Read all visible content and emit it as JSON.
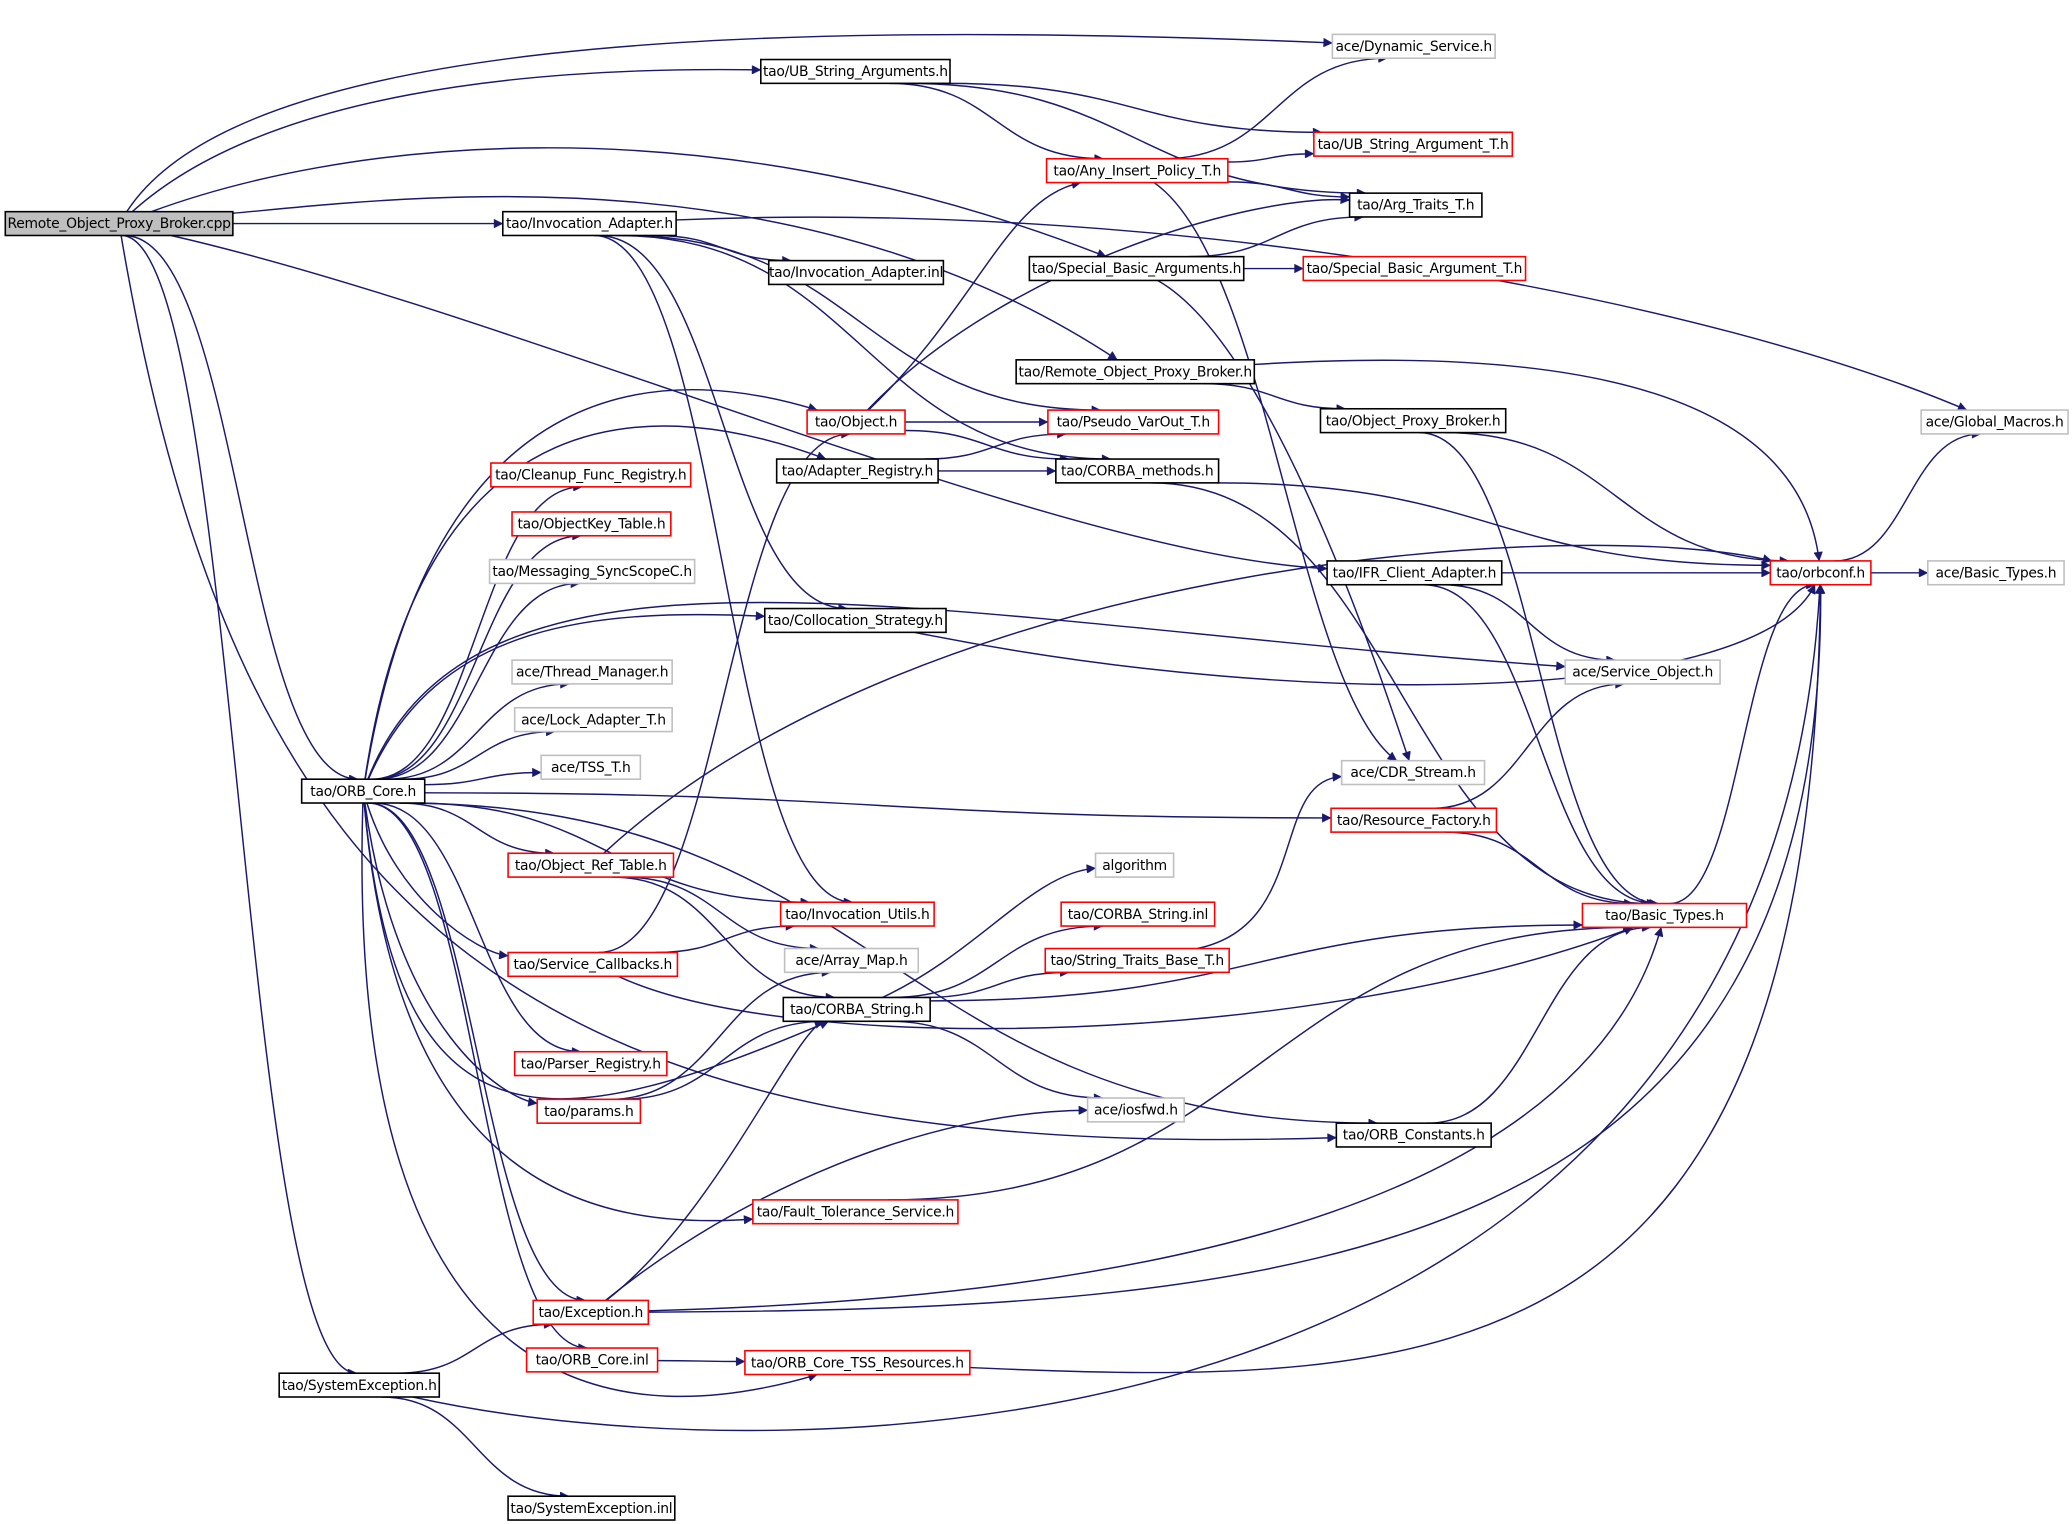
{
  "title": "Remote_Object_Proxy_Broker.cpp include dependency graph",
  "colors": {
    "edge": "#191970",
    "root_fill": "#bfbfbf",
    "border_documented": "#000000",
    "border_truncated": "#ff0000",
    "border_external": "#bfbfbf"
  },
  "nodes": [
    {
      "id": "root",
      "label": "Remote_Object_Proxy_Broker.cpp",
      "kind": "root"
    },
    {
      "id": "ub_args",
      "label": "tao/UB_String_Arguments.h",
      "kind": "documented"
    },
    {
      "id": "dyn_service",
      "label": "ace/Dynamic_Service.h",
      "kind": "external"
    },
    {
      "id": "ub_arg_t",
      "label": "tao/UB_String_Argument_T.h",
      "kind": "truncated"
    },
    {
      "id": "any_insert",
      "label": "tao/Any_Insert_Policy_T.h",
      "kind": "truncated"
    },
    {
      "id": "arg_traits",
      "label": "tao/Arg_Traits_T.h",
      "kind": "documented"
    },
    {
      "id": "inv_adapter",
      "label": "tao/Invocation_Adapter.h",
      "kind": "documented"
    },
    {
      "id": "inv_adapter_inl",
      "label": "tao/Invocation_Adapter.inl",
      "kind": "documented"
    },
    {
      "id": "special_args",
      "label": "tao/Special_Basic_Arguments.h",
      "kind": "documented"
    },
    {
      "id": "special_arg_t",
      "label": "tao/Special_Basic_Argument_T.h",
      "kind": "truncated"
    },
    {
      "id": "rop_broker_h",
      "label": "tao/Remote_Object_Proxy_Broker.h",
      "kind": "documented"
    },
    {
      "id": "object_h",
      "label": "tao/Object.h",
      "kind": "truncated"
    },
    {
      "id": "pseudo_varout",
      "label": "tao/Pseudo_VarOut_T.h",
      "kind": "truncated"
    },
    {
      "id": "object_proxy_broker",
      "label": "tao/Object_Proxy_Broker.h",
      "kind": "documented"
    },
    {
      "id": "global_macros",
      "label": "ace/Global_Macros.h",
      "kind": "external"
    },
    {
      "id": "cleanup_func",
      "label": "tao/Cleanup_Func_Registry.h",
      "kind": "truncated"
    },
    {
      "id": "adapter_registry",
      "label": "tao/Adapter_Registry.h",
      "kind": "documented"
    },
    {
      "id": "corba_methods",
      "label": "tao/CORBA_methods.h",
      "kind": "documented"
    },
    {
      "id": "objectkey_table",
      "label": "tao/ObjectKey_Table.h",
      "kind": "truncated"
    },
    {
      "id": "messaging_sync",
      "label": "tao/Messaging_SyncScopeC.h",
      "kind": "external"
    },
    {
      "id": "ifr_client",
      "label": "tao/IFR_Client_Adapter.h",
      "kind": "documented"
    },
    {
      "id": "orbconf",
      "label": "tao/orbconf.h",
      "kind": "truncated"
    },
    {
      "id": "ace_basic_types",
      "label": "ace/Basic_Types.h",
      "kind": "external"
    },
    {
      "id": "collocation",
      "label": "tao/Collocation_Strategy.h",
      "kind": "documented"
    },
    {
      "id": "thread_manager",
      "label": "ace/Thread_Manager.h",
      "kind": "external"
    },
    {
      "id": "service_object",
      "label": "ace/Service_Object.h",
      "kind": "external"
    },
    {
      "id": "lock_adapter",
      "label": "ace/Lock_Adapter_T.h",
      "kind": "external"
    },
    {
      "id": "tss_t",
      "label": "ace/TSS_T.h",
      "kind": "external"
    },
    {
      "id": "cdr_stream",
      "label": "ace/CDR_Stream.h",
      "kind": "external"
    },
    {
      "id": "orb_core_h",
      "label": "tao/ORB_Core.h",
      "kind": "documented"
    },
    {
      "id": "resource_factory",
      "label": "tao/Resource_Factory.h",
      "kind": "truncated"
    },
    {
      "id": "object_ref_table",
      "label": "tao/Object_Ref_Table.h",
      "kind": "truncated"
    },
    {
      "id": "algorithm",
      "label": "algorithm",
      "kind": "external"
    },
    {
      "id": "invocation_utils",
      "label": "tao/Invocation_Utils.h",
      "kind": "truncated"
    },
    {
      "id": "corba_string_inl",
      "label": "tao/CORBA_String.inl",
      "kind": "truncated"
    },
    {
      "id": "tao_basic_types",
      "label": "tao/Basic_Types.h",
      "kind": "truncated"
    },
    {
      "id": "array_map",
      "label": "ace/Array_Map.h",
      "kind": "external"
    },
    {
      "id": "string_traits",
      "label": "tao/String_Traits_Base_T.h",
      "kind": "truncated"
    },
    {
      "id": "service_callbacks",
      "label": "tao/Service_Callbacks.h",
      "kind": "truncated"
    },
    {
      "id": "corba_string",
      "label": "tao/CORBA_String.h",
      "kind": "documented"
    },
    {
      "id": "parser_registry",
      "label": "tao/Parser_Registry.h",
      "kind": "truncated"
    },
    {
      "id": "iosfwd",
      "label": "ace/iosfwd.h",
      "kind": "external"
    },
    {
      "id": "params",
      "label": "tao/params.h",
      "kind": "truncated"
    },
    {
      "id": "orb_constants",
      "label": "tao/ORB_Constants.h",
      "kind": "documented"
    },
    {
      "id": "fault_tolerance",
      "label": "tao/Fault_Tolerance_Service.h",
      "kind": "truncated"
    },
    {
      "id": "exception_h",
      "label": "tao/Exception.h",
      "kind": "truncated"
    },
    {
      "id": "orb_core_inl",
      "label": "tao/ORB_Core.inl",
      "kind": "truncated"
    },
    {
      "id": "orb_core_tss",
      "label": "tao/ORB_Core_TSS_Resources.h",
      "kind": "truncated"
    },
    {
      "id": "system_exception",
      "label": "tao/SystemException.h",
      "kind": "documented"
    },
    {
      "id": "system_exception_inl",
      "label": "tao/SystemException.inl",
      "kind": "documented"
    }
  ],
  "edges": [
    [
      "root",
      "dyn_service"
    ],
    [
      "root",
      "ub_args"
    ],
    [
      "root",
      "special_args"
    ],
    [
      "root",
      "rop_broker_h"
    ],
    [
      "root",
      "inv_adapter"
    ],
    [
      "root",
      "ifr_client"
    ],
    [
      "root",
      "orb_core_h"
    ],
    [
      "root",
      "system_exception"
    ],
    [
      "root",
      "orb_constants"
    ],
    [
      "ub_args",
      "ub_arg_t"
    ],
    [
      "ub_args",
      "any_insert"
    ],
    [
      "ub_args",
      "arg_traits"
    ],
    [
      "any_insert",
      "dyn_service"
    ],
    [
      "any_insert",
      "ub_arg_t"
    ],
    [
      "any_insert",
      "arg_traits"
    ],
    [
      "any_insert",
      "cdr_stream"
    ],
    [
      "inv_adapter",
      "inv_adapter_inl"
    ],
    [
      "inv_adapter",
      "global_macros"
    ],
    [
      "inv_adapter",
      "pseudo_varout"
    ],
    [
      "inv_adapter",
      "corba_methods"
    ],
    [
      "inv_adapter",
      "collocation"
    ],
    [
      "inv_adapter",
      "invocation_utils"
    ],
    [
      "special_args",
      "arg_traits"
    ],
    [
      "special_args",
      "special_arg_t"
    ],
    [
      "special_args",
      "cdr_stream"
    ],
    [
      "rop_broker_h",
      "object_proxy_broker"
    ],
    [
      "rop_broker_h",
      "orbconf"
    ],
    [
      "object_h",
      "pseudo_varout"
    ],
    [
      "object_h",
      "corba_methods"
    ],
    [
      "object_h",
      "any_insert"
    ],
    [
      "object_h",
      "arg_traits"
    ],
    [
      "object_proxy_broker",
      "orbconf"
    ],
    [
      "object_proxy_broker",
      "tao_basic_types"
    ],
    [
      "adapter_registry",
      "pseudo_varout"
    ],
    [
      "adapter_registry",
      "corba_methods"
    ],
    [
      "corba_methods",
      "orbconf"
    ],
    [
      "corba_methods",
      "tao_basic_types"
    ],
    [
      "ifr_client",
      "orbconf"
    ],
    [
      "ifr_client",
      "service_object"
    ],
    [
      "ifr_client",
      "tao_basic_types"
    ],
    [
      "orbconf",
      "ace_basic_types"
    ],
    [
      "orbconf",
      "global_macros"
    ],
    [
      "collocation",
      "orbconf"
    ],
    [
      "orb_core_h",
      "cleanup_func"
    ],
    [
      "orb_core_h",
      "objectkey_table"
    ],
    [
      "orb_core_h",
      "messaging_sync"
    ],
    [
      "orb_core_h",
      "collocation"
    ],
    [
      "orb_core_h",
      "thread_manager"
    ],
    [
      "orb_core_h",
      "lock_adapter"
    ],
    [
      "orb_core_h",
      "tss_t"
    ],
    [
      "orb_core_h",
      "resource_factory"
    ],
    [
      "orb_core_h",
      "object_ref_table"
    ],
    [
      "orb_core_h",
      "invocation_utils"
    ],
    [
      "orb_core_h",
      "service_callbacks"
    ],
    [
      "orb_core_h",
      "parser_registry"
    ],
    [
      "orb_core_h",
      "params"
    ],
    [
      "orb_core_h",
      "fault_tolerance"
    ],
    [
      "orb_core_h",
      "exception_h"
    ],
    [
      "orb_core_h",
      "orb_core_inl"
    ],
    [
      "orb_core_h",
      "orb_core_tss"
    ],
    [
      "orb_core_h",
      "object_h"
    ],
    [
      "orb_core_h",
      "adapter_registry"
    ],
    [
      "orb_core_h",
      "service_object"
    ],
    [
      "orb_core_h",
      "corba_string"
    ],
    [
      "orb_core_h",
      "orb_constants"
    ],
    [
      "resource_factory",
      "service_object"
    ],
    [
      "resource_factory",
      "tao_basic_types"
    ],
    [
      "object_ref_table",
      "orbconf"
    ],
    [
      "object_ref_table",
      "array_map"
    ],
    [
      "object_ref_table",
      "corba_string"
    ],
    [
      "service_callbacks",
      "invocation_utils"
    ],
    [
      "service_callbacks",
      "object_h"
    ],
    [
      "service_callbacks",
      "tao_basic_types"
    ],
    [
      "corba_string",
      "algorithm"
    ],
    [
      "corba_string",
      "corba_string_inl"
    ],
    [
      "corba_string",
      "string_traits"
    ],
    [
      "corba_string",
      "tao_basic_types"
    ],
    [
      "corba_string",
      "iosfwd"
    ],
    [
      "string_traits",
      "cdr_stream"
    ],
    [
      "params",
      "array_map"
    ],
    [
      "params",
      "corba_string"
    ],
    [
      "tao_basic_types",
      "orbconf"
    ],
    [
      "orb_constants",
      "tao_basic_types"
    ],
    [
      "fault_tolerance",
      "tao_basic_types"
    ],
    [
      "exception_h",
      "iosfwd"
    ],
    [
      "exception_h",
      "corba_string"
    ],
    [
      "exception_h",
      "tao_basic_types"
    ],
    [
      "exception_h",
      "orbconf"
    ],
    [
      "orb_core_inl",
      "orb_core_tss"
    ],
    [
      "orb_core_tss",
      "orbconf"
    ],
    [
      "system_exception",
      "exception_h"
    ],
    [
      "system_exception",
      "system_exception_inl"
    ],
    [
      "system_exception",
      "orbconf"
    ]
  ]
}
